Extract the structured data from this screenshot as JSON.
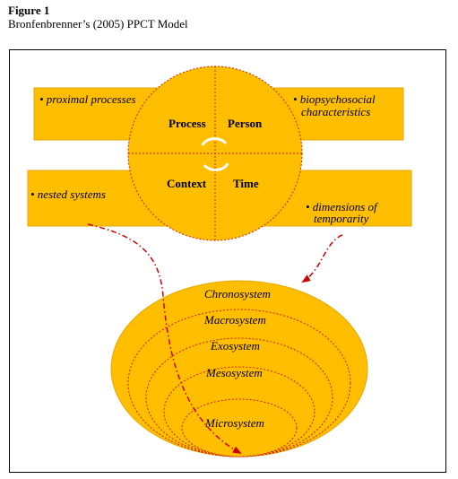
{
  "figure": {
    "label": "Figure 1",
    "caption": "Bronfenbrenner’s (2005) PPCT Model"
  },
  "colors": {
    "fill": "#FFBE00",
    "stroke": "#E6A800",
    "dashed_red": "#CC2200",
    "arrow_red": "#CC0000"
  },
  "core": {
    "process": "Process",
    "person": "Person",
    "context": "Context",
    "time": "Time"
  },
  "boxes": {
    "proximal": "• proximal processes",
    "biopsycho_line1": "• biopsychosocial",
    "biopsycho_line2": "characteristics",
    "nested": "• nested systems",
    "temporal_line1": "• dimensions of",
    "temporal_line2": "temporarity"
  },
  "systems": [
    "Chronosystem",
    "Macrosystem",
    "Exosystem",
    "Mesosystem",
    "Microsystem"
  ]
}
